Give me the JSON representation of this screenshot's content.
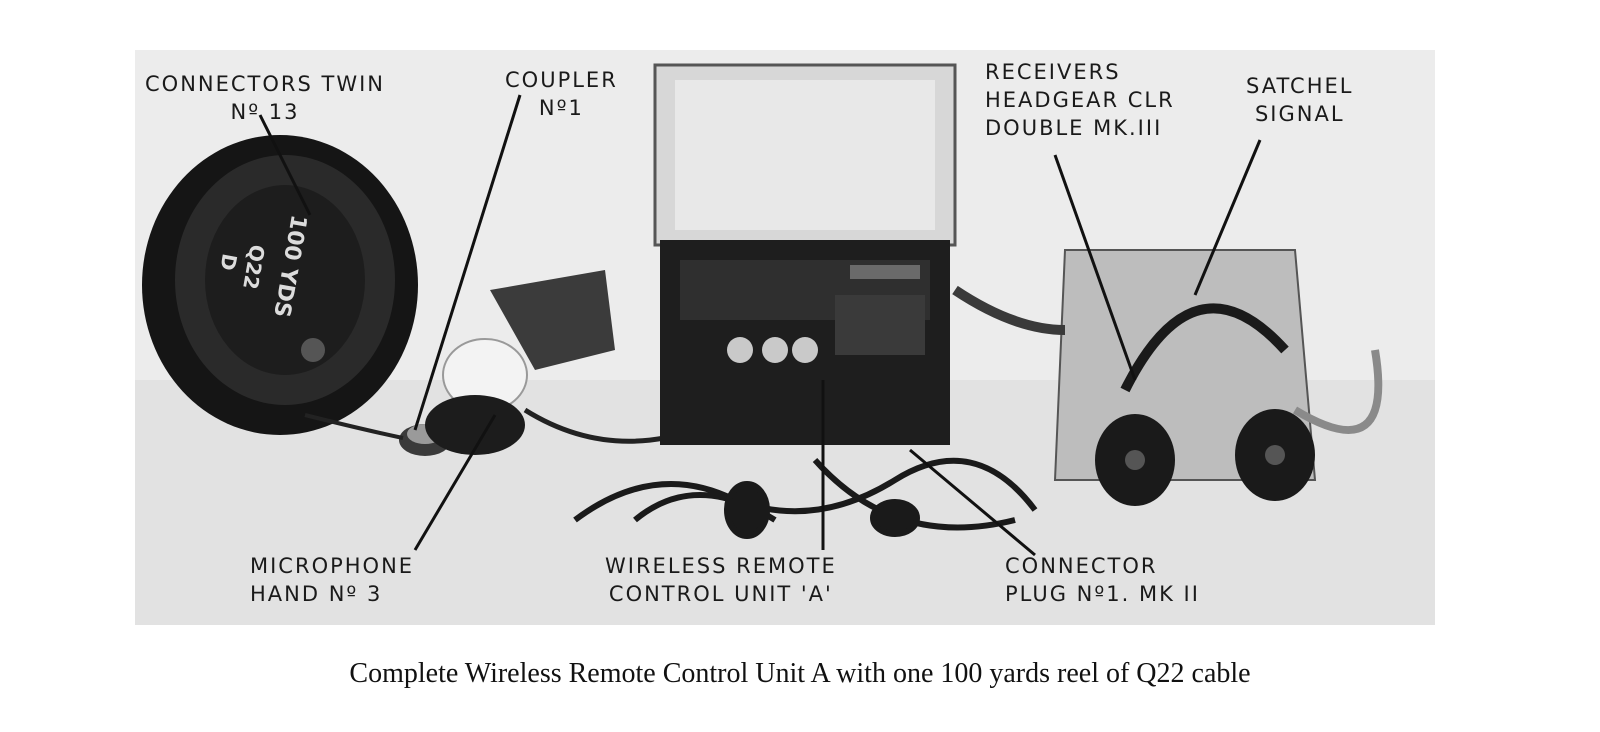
{
  "figure": {
    "labels": {
      "connectors": [
        "CONNECTORS TWIN",
        "Nº 13"
      ],
      "coupler": [
        "COUPLER",
        "Nº1"
      ],
      "receivers": [
        "RECEIVERS",
        "HEADGEAR CLR",
        "DOUBLE MK.III"
      ],
      "satchel": [
        "SATCHEL",
        "SIGNAL"
      ],
      "microphone": [
        "MICROPHONE",
        "HAND Nº 3"
      ],
      "wireless_remote": [
        "WIRELESS REMOTE",
        "CONTROL UNIT 'A'"
      ],
      "connector_plug": [
        "CONNECTOR",
        "PLUG Nº1. MK II"
      ]
    },
    "reel_marking": [
      "100 YDS",
      "Q22",
      "D"
    ],
    "caption": "Complete Wireless Remote Control Unit A with one 100 yards reel of Q22 cable"
  }
}
